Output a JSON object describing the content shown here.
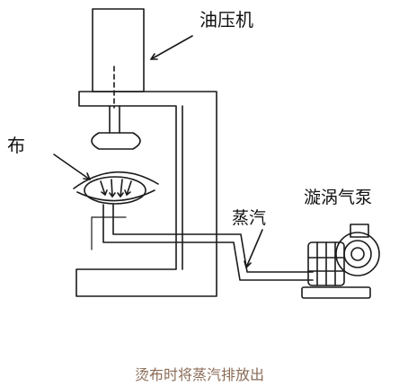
{
  "labels": {
    "press": "油压机",
    "cloth": "布",
    "steam": "蒸汽",
    "pump": "漩涡气泵"
  },
  "caption": "烫布时将蒸汽排放出",
  "colors": {
    "line": "#1a1a1a",
    "caption": "#8a6b57",
    "background": "#ffffff"
  }
}
